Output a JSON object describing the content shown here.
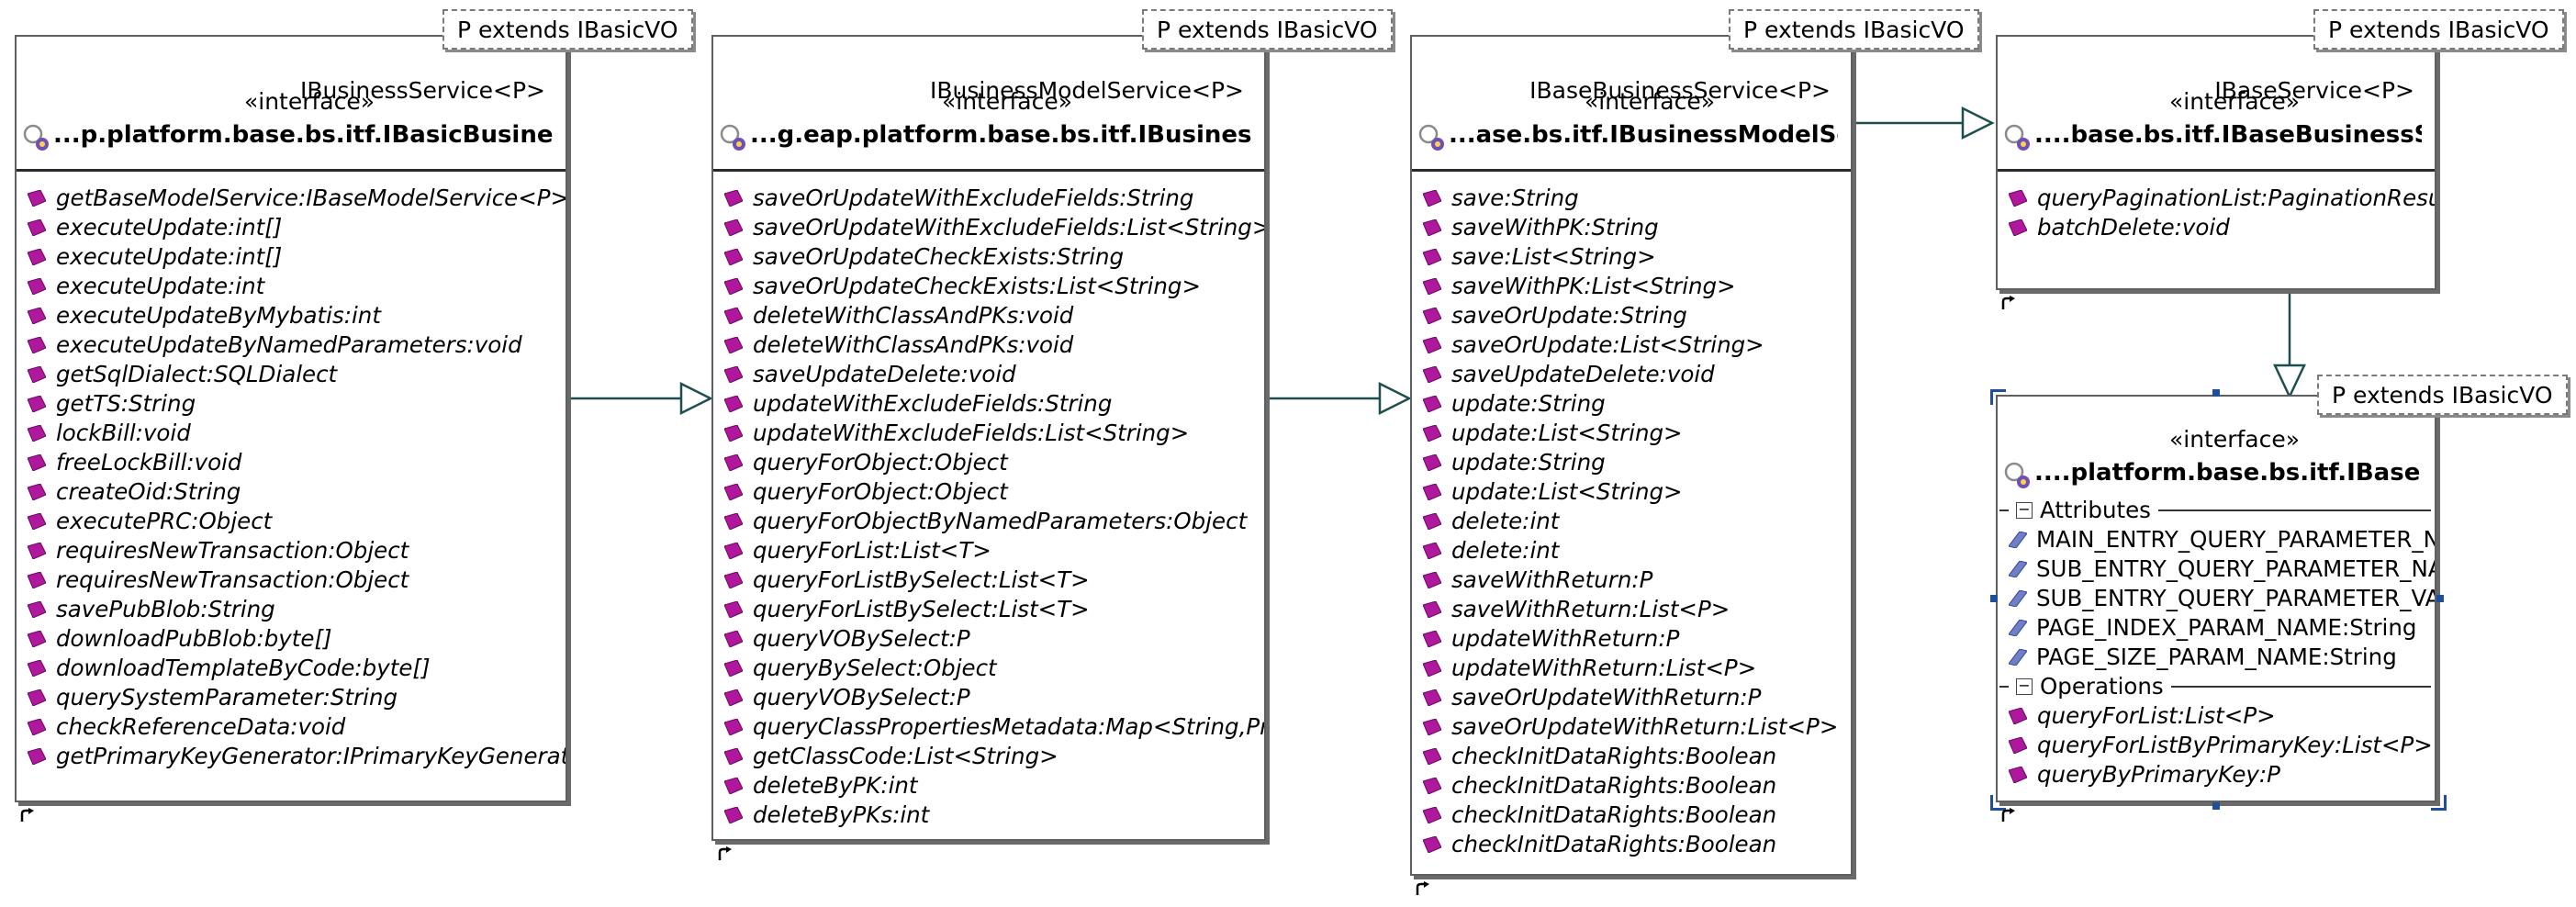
{
  "classes": [
    {
      "template_param": "P extends IBasicVO",
      "generalization_label": "IBusinessService<P>",
      "stereotype": "«interface»",
      "name": "...p.platform.base.bs.itf.IBasicBusinessObject",
      "operations": [
        "getBaseModelService:IBaseModelService<P>",
        "executeUpdate:int[]",
        "executeUpdate:int[]",
        "executeUpdate:int",
        "executeUpdateByMybatis:int",
        "executeUpdateByNamedParameters:void",
        "getSqlDialect:SQLDialect",
        "getTS:String",
        "lockBill:void",
        "freeLockBill:void",
        "createOid:String",
        "executePRC:Object",
        "requiresNewTransaction:Object",
        "requiresNewTransaction:Object",
        "savePubBlob:String",
        "downloadPubBlob:byte[]",
        "downloadTemplateByCode:byte[]",
        "querySystemParameter:String",
        "checkReferenceData:void",
        "getPrimaryKeyGenerator:IPrimaryKeyGenerator"
      ]
    },
    {
      "template_param": "P extends IBasicVO",
      "generalization_label": "IBusinessModelService<P>",
      "stereotype": "«interface»",
      "name": "...g.eap.platform.base.bs.itf.IBusinessService",
      "operations": [
        "saveOrUpdateWithExcludeFields:String",
        "saveOrUpdateWithExcludeFields:List<String>",
        "saveOrUpdateCheckExists:String",
        "saveOrUpdateCheckExists:List<String>",
        "deleteWithClassAndPKs:void",
        "deleteWithClassAndPKs:void",
        "saveUpdateDelete:void",
        "updateWithExcludeFields:String",
        "updateWithExcludeFields:List<String>",
        "queryForObject:Object",
        "queryForObject:Object",
        "queryForObjectByNamedParameters:Object",
        "queryForList:List<T>",
        "queryForListBySelect:List<T>",
        "queryForListBySelect:List<T>",
        "queryVOBySelect:P",
        "queryBySelect:Object",
        "queryVOBySelect:P",
        "queryClassPropertiesMetadata:Map<String,Prop",
        "getClassCode:List<String>",
        "deleteByPK:int",
        "deleteByPKs:int"
      ]
    },
    {
      "template_param": "P extends IBasicVO",
      "generalization_label": "IBaseBusinessService<P>",
      "stereotype": "«interface»",
      "name": "...ase.bs.itf.IBusinessModelService",
      "operations": [
        "save:String",
        "saveWithPK:String",
        "save:List<String>",
        "saveWithPK:List<String>",
        "saveOrUpdate:String",
        "saveOrUpdate:List<String>",
        "saveUpdateDelete:void",
        "update:String",
        "update:List<String>",
        "update:String",
        "update:List<String>",
        "delete:int",
        "delete:int",
        "saveWithReturn:P",
        "saveWithReturn:List<P>",
        "updateWithReturn:P",
        "updateWithReturn:List<P>",
        "saveOrUpdateWithReturn:P",
        "saveOrUpdateWithReturn:List<P>",
        "checkInitDataRights:Boolean",
        "checkInitDataRights:Boolean",
        "checkInitDataRights:Boolean",
        "checkInitDataRights:Boolean"
      ]
    },
    {
      "template_param": "P extends IBasicVO",
      "generalization_label": "IBaseService<P>",
      "stereotype": "«interface»",
      "name": "....base.bs.itf.IBaseBusinessService",
      "operations": [
        "queryPaginationList:PaginationResult",
        "batchDelete:void"
      ]
    },
    {
      "template_param": "P extends IBasicVO",
      "stereotype": "«interface»",
      "name": "....platform.base.bs.itf.IBaseService",
      "attributes_label": "Attributes",
      "attributes": [
        "MAIN_ENTRY_QUERY_PARAMETER_N",
        "SUB_ENTRY_QUERY_PARAMETER_NA",
        "SUB_ENTRY_QUERY_PARAMETER_VAl",
        "PAGE_INDEX_PARAM_NAME:String",
        "PAGE_SIZE_PARAM_NAME:String"
      ],
      "operations_label": "Operations",
      "operations": [
        "queryForList:List<P>",
        "queryForListByPrimaryKey:List<P>",
        "queryByPrimaryKey:P"
      ]
    }
  ],
  "colors": {
    "border": "#5f5f5f",
    "method_icon": "#b0179c",
    "attribute_icon": "#6f7fc9",
    "arrow": "#1e4f4f",
    "selection": "#1f4f9a"
  },
  "icons": {
    "class_icon": "interface-icon",
    "method_icon": "public-method-icon",
    "attribute_icon": "constant-field-icon",
    "shortcut_icon": "shortcut-arrow-icon"
  }
}
